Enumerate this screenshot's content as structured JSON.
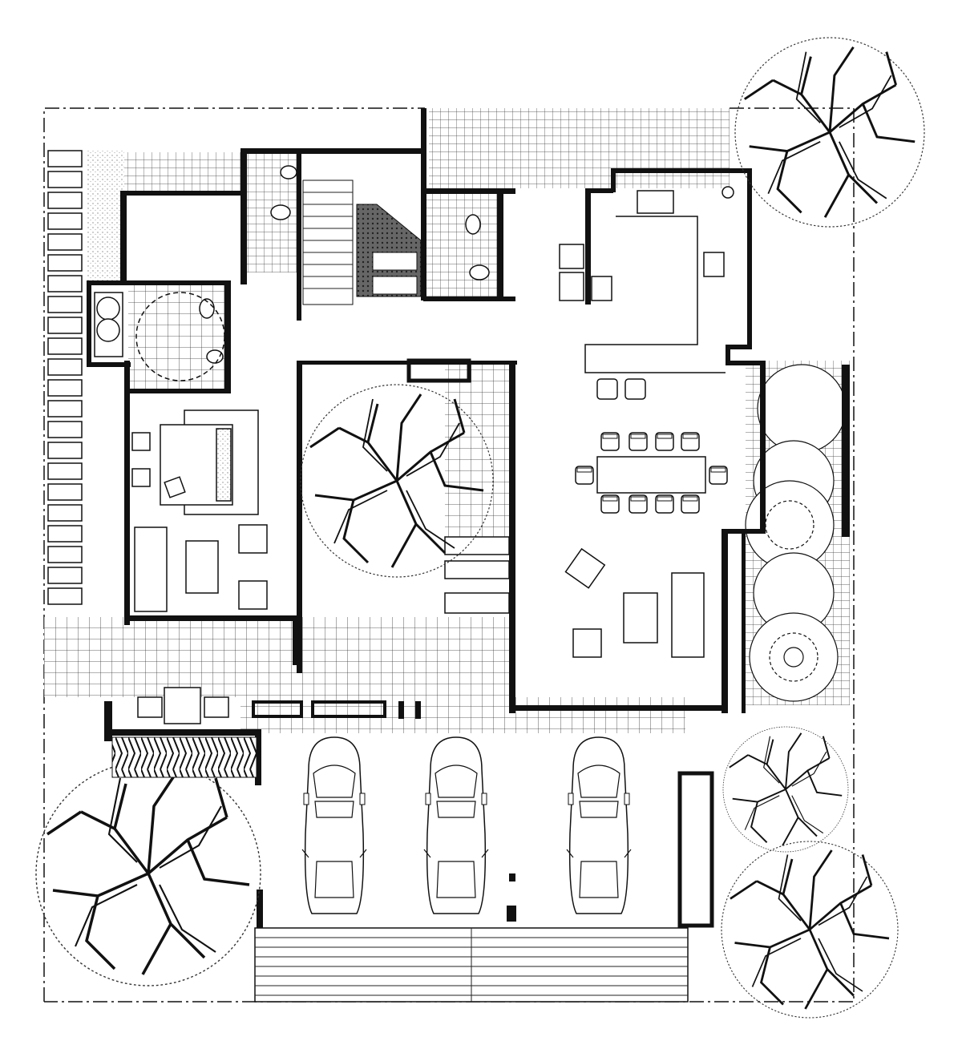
{
  "plan": {
    "type": "ground floor plan",
    "colors": {
      "line": "#111111",
      "background": "#ffffff"
    },
    "parking_spaces": 3,
    "dining_chairs": 10
  }
}
